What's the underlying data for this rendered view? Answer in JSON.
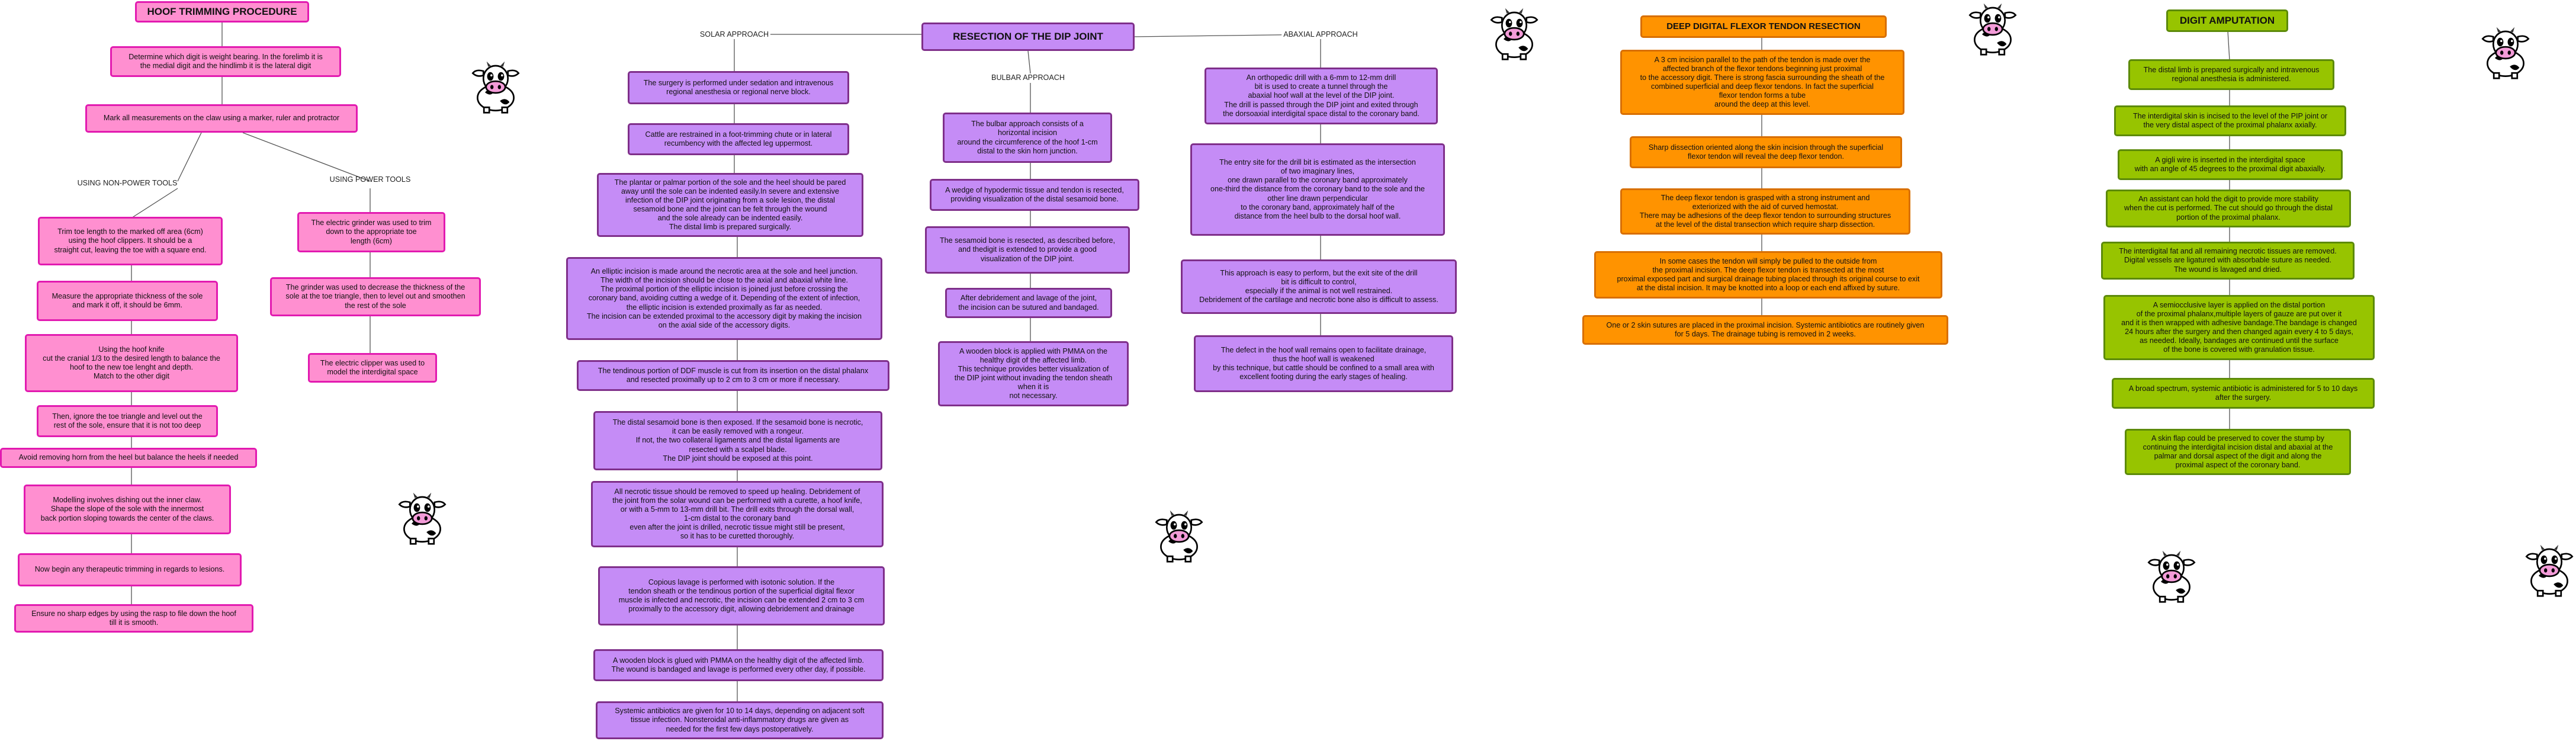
{
  "hoof": {
    "title": "HOOF TRIMMING PROCEDURE",
    "n1": "Determine which digit is weight bearing. In the forelimb it is\nthe medial digit and the hindlimb it is the lateral digit",
    "n2": "Mark all measurements on the claw using a marker, ruler and protractor",
    "label_non_power": "USING NON-POWER TOOLS",
    "label_power": "USING POWER TOOLS",
    "np1": "Trim toe length to the marked off area (6cm)\nusing the hoof clippers. It should be a\nstraight cut, leaving the toe with a square end.",
    "np2": "Measure the appropriate thickness of the sole\nand mark it off, it should be 6mm.",
    "np3": "Using the hoof knife\ncut the cranial 1/3 to the desired length to balance the\nhoof to the new toe lenght and depth.\nMatch to the other digit",
    "np4": "Then, ignore the toe triangle and level out the\nrest of the sole, ensure that it is not too deep",
    "np5": "Avoid removing horn from the heel but balance the heels if needed",
    "np6": "Modelling involves dishing out the inner claw.\nShape the slope of the sole with the innermost\nback portion sloping towards the center of the claws.",
    "np7": "Now begin any therapeutic trimming in regards to lesions.",
    "np8": "Ensure no sharp edges by using the rasp to file down the hoof\ntill it is smooth.",
    "p1": "The electric grinder was used to trim\ndown to the appropriate toe\nlength (6cm)",
    "p2": "The grinder was used to decrease the thickness of the\nsole at the toe triangle, then to level out and smoothen\nthe rest of the sole",
    "p3": "The electric clipper was used to\nmodel the interdigital space"
  },
  "dip": {
    "title": "RESECTION OF THE DIP JOINT",
    "label_solar": "SOLAR APPROACH",
    "label_bulbar": "BULBAR APPROACH",
    "label_abaxial": "ABAXIAL APPROACH",
    "s1": "The surgery is performed under sedation and intravenous\nregional anesthesia or regional nerve block.",
    "s2": "Cattle are restrained in a foot-trimming chute or in lateral\nrecumbency with the affected leg uppermost.",
    "s3": "The plantar or palmar portion of the sole and the heel should be pared\naway until the sole can be indented easily.In severe and extensive\ninfection of the DIP joint originating from a sole lesion, the distal\nsesamoid bone and the joint can be felt through the wound\nand the sole already can be indented easily.\nThe distal limb is prepared surgically.",
    "s4": "An elliptic incision is made around the necrotic area at the sole and heel junction.\nThe width of the incision should be close to the axial and abaxial white line.\nThe proximal portion of the elliptic incision is joined just before crossing the\ncoronary band, avoiding cutting a wedge of it. Depending of the extent of infection,\nthe elliptic incision is extended proximally as far as needed.\nThe incision can be extended proximal to the accessory digit by making the incision\non the axial side of the accessory digits.",
    "s5": "The tendinous portion of DDF muscle is cut from its insertion on the distal phalanx\nand resected proximally up to 2 cm to 3 cm or more if necessary.",
    "s6": "The distal sesamoid bone is then exposed. If the sesamoid bone is necrotic,\nit can be easily removed with a rongeur.\nIf not, the two collateral ligaments and the distal ligaments are\nresected with a scalpel blade.\nThe DIP joint should be exposed at this point.",
    "s7": "All necrotic tissue should be removed to speed up healing. Debridement of\nthe joint from the solar wound can be performed with a curette, a hoof knife,\nor with a 5-mm to 13-mm drill bit. The drill exits through the dorsal wall,\n1-cm distal to the coronary band\neven after the joint is drilled, necrotic tissue might still be present,\nso it has to be curetted thoroughly.",
    "s8": "Copious lavage is performed with isotonic solution. If the\ntendon sheath or the tendinous portion of the superficial digital flexor\nmuscle is infected and necrotic, the incision can be extended 2 cm to 3 cm\nproximally to the accessory digit, allowing debridement and drainage",
    "s9": "A wooden block is glued with PMMA on the healthy digit of the affected limb.\nThe wound is bandaged and lavage is performed every other day, if possible.",
    "s10": "Systemic antibiotics are given for 10 to 14 days, depending on adjacent soft\ntissue infection. Nonsteroidal anti-inflammatory drugs are given as\nneeded for the first few days postoperatively.",
    "b1": "The bulbar approach consists of a\nhorizontal incision\naround the circumference of the hoof 1-cm\ndistal to the skin horn junction.",
    "b2": "A wedge of hypodermic tissue and tendon is resected,\nproviding visualization of the distal sesamoid bone.",
    "b3": "The sesamoid bone is resected, as described before,\nand thedigit is extended to provide a good\nvisualization of the DIP joint.",
    "b4": "After debridement and lavage of the joint,\nthe incision can be sutured and bandaged.",
    "b5": "A wooden block is applied with PMMA on the\nhealthy digit of the affected limb.\nThis technique provides better visualization of\nthe DIP joint without invading the tendon sheath\nwhen it is\nnot necessary.",
    "a1": "An orthopedic drill with a 6-mm to 12-mm drill\nbit is used to create a tunnel through the\nabaxial hoof wall at the level of the DIP joint.\nThe drill is passed through the DIP joint and exited through\nthe dorsoaxial interdigital space distal to the coronary band.",
    "a2": "The entry site for the drill bit is estimated as the intersection\nof two imaginary lines,\none drawn parallel to the coronary band approximately\none-third the distance from the coronary band to the sole and the\nother line drawn perpendicular\nto the coronary band, approximately half of the\ndistance from the heel bulb to the dorsal hoof wall.",
    "a3": "This approach is easy to perform, but the exit site of the drill\nbit is difficult to control,\nespecially if the animal is not well restrained.\nDebridement of the cartilage and necrotic bone also is difficult to assess.",
    "a4": "The defect in the hoof wall remains open to facilitate drainage,\nthus the hoof wall is weakened\nby this technique, but cattle should be confined to a small area with\nexcellent footing during the early stages of healing."
  },
  "ddft": {
    "title": "DEEP DIGITAL FLEXOR TENDON RESECTION",
    "n1": "A 3 cm incision parallel to the path of the tendon is made over the\naffected branch of the flexor tendons beginning just proximal\nto the accessory digit. There is strong fascia surrounding the sheath of the\ncombined superficial and deep flexor tendons. In fact the superficial\nflexor tendon forms a tube\naround the deep at this level.",
    "n2": "Sharp dissection oriented along the skin incision through the superficial\nflexor tendon will reveal the deep flexor tendon.",
    "n3": "The deep flexor tendon is grasped with a strong instrument and\nexteriorized with the aid of curved hemostat.\nThere may be adhesions of the deep flexor tendon to surrounding structures\nat the level of the distal transection which require sharp dissection.",
    "n4": "In some cases the tendon will simply be pulled to the outside from\nthe proximal incision. The deep flexor tendon is transected at the most\nproximal exposed part and surgical drainage tubing placed through its original course to exit\nat the distal incision. It may be knotted into a loop or each end affixed by suture.",
    "n5": "One or 2 skin sutures are placed in the proximal incision. Systemic antibiotics are routinely given\nfor 5 days. The drainage tubing is removed in 2 weeks."
  },
  "digit": {
    "title": "DIGIT AMPUTATION",
    "n1": "The distal limb is prepared surgically and intravenous\nregional anesthesia is administered.",
    "n2": "The interdigital skin is incised to the level of the PIP joint or\nthe very distal aspect of the proximal phalanx axially.",
    "n3": "A gigli wire is inserted in the interdigital space\nwith an angle of 45 degrees to the proximal digit abaxially.",
    "n4": "An assistant can hold the digit to provide more stability\nwhen the cut is performed. The cut should go through the distal\nportion of the proximal phalanx.",
    "n5": "The interdigital fat and all remaining necrotic tissues are removed.\nDigital vessels are ligatured with absorbable suture as needed.\nThe wound is lavaged and dried.",
    "n6": "A semiocclusive layer is applied on the distal portion\nof the proximal phalanx,multiple layers of gauze are put over it\nand it is then wrapped with adhesive bandage.The bandage is changed\n24 hours after the surgery and then changed again every 4 to 5 days,\nas needed. Ideally, bandages are continued until the surface\nof the bone is covered with granulation tissue.",
    "n7": "A broad spectrum, systemic antibiotic is administered for 5 to 10 days\nafter the surgery.",
    "n8": "A skin flap could be preserved to cover the stump by\ncontinuing the interdigital incision distal and abaxial at the\npalmar and dorsal aspect of the digit and along the\nproximal aspect of the coronary band."
  },
  "icons": {
    "mascot": "cow-icon"
  }
}
